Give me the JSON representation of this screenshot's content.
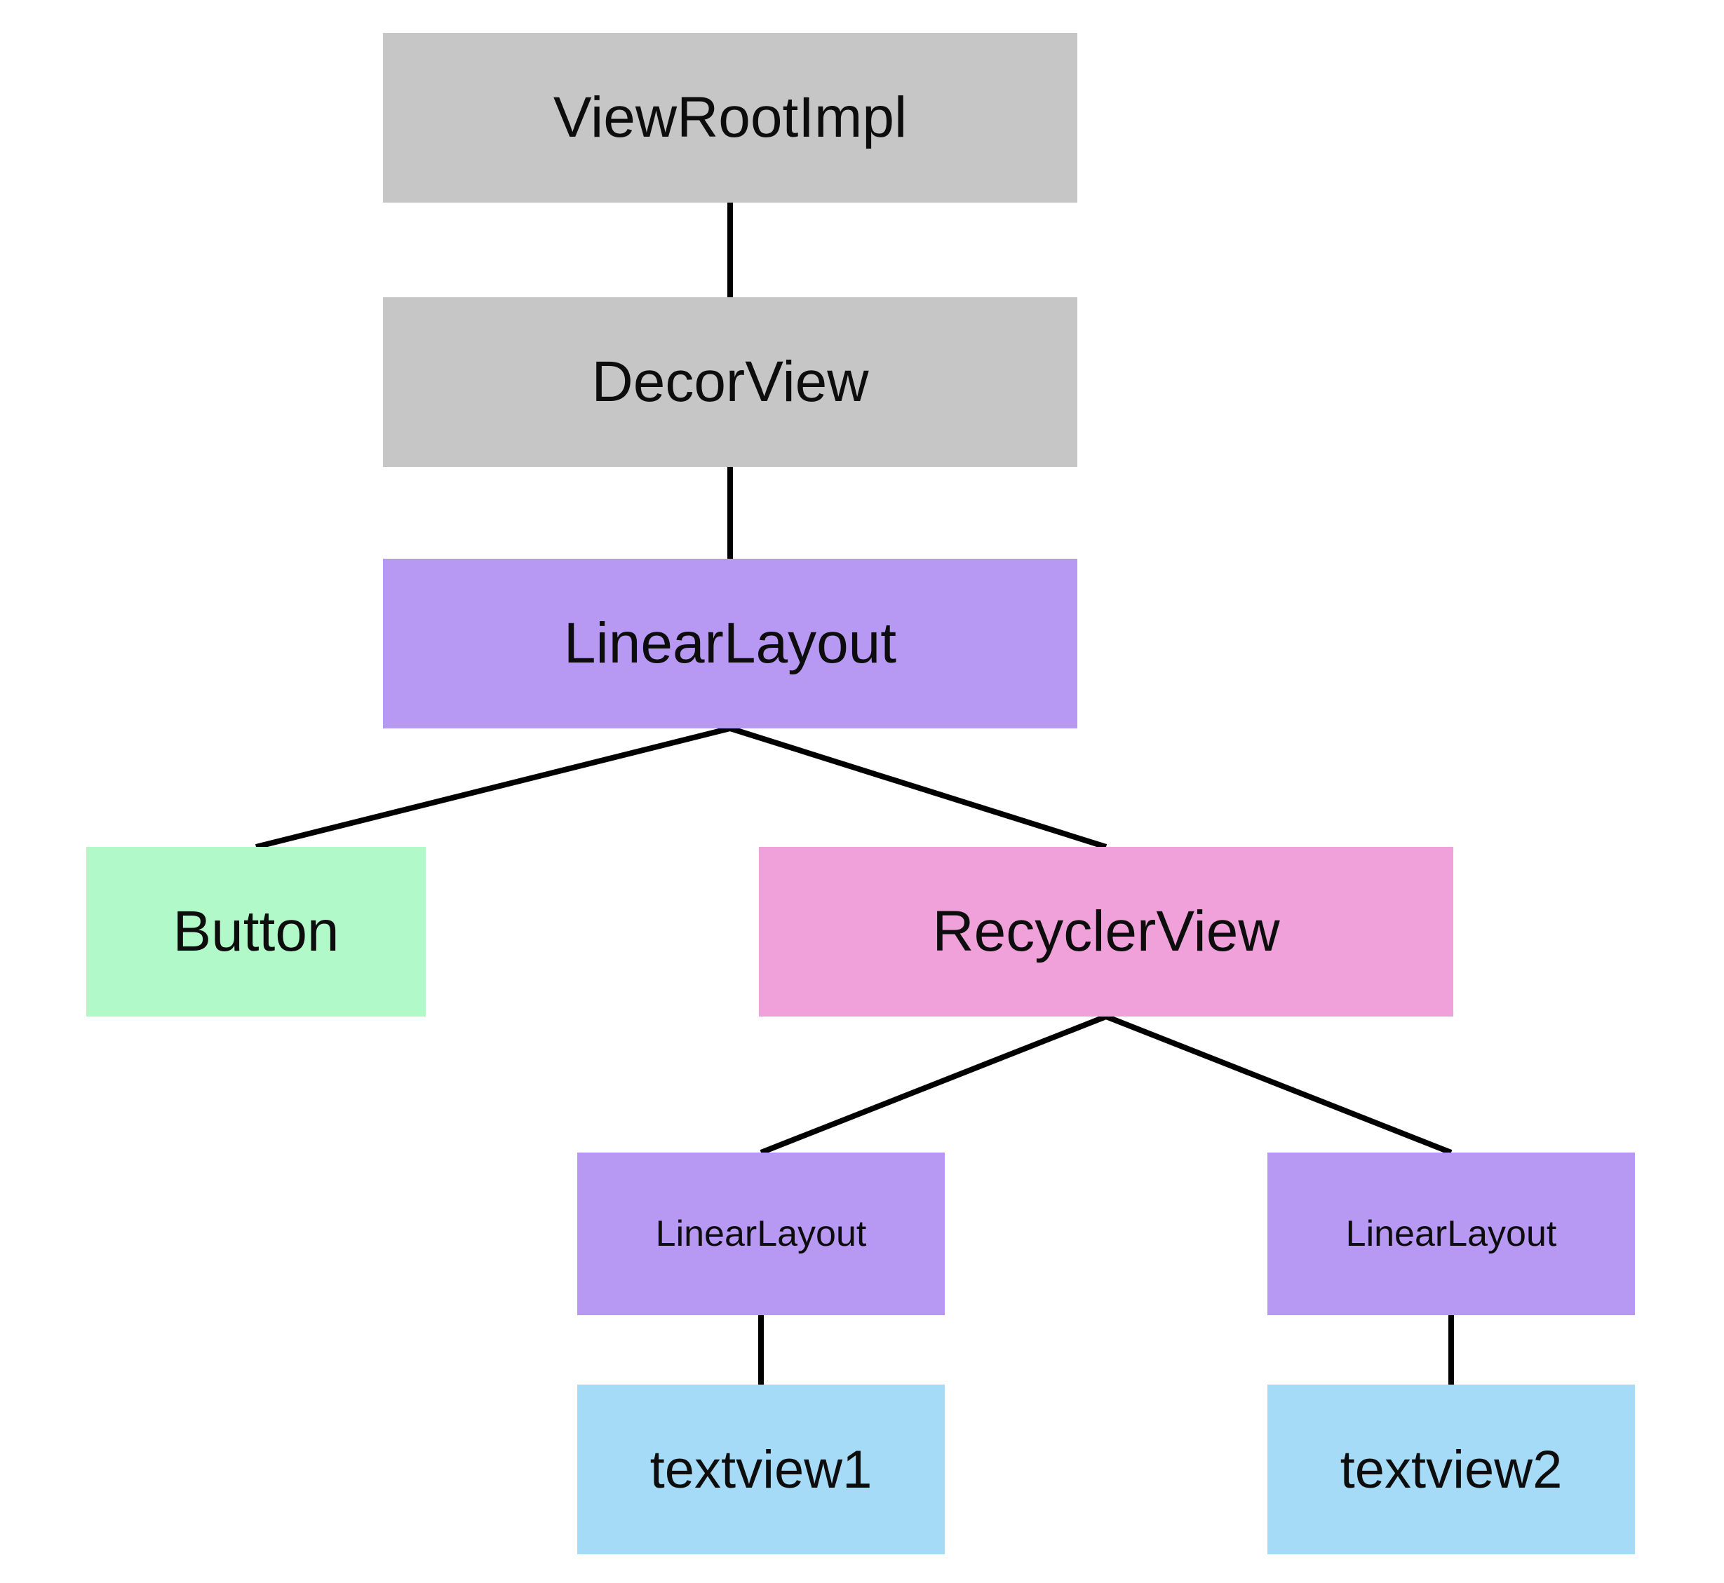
{
  "diagram": {
    "type": "tree",
    "edge_color": "#000000",
    "nodes": [
      {
        "id": "viewrootimpl",
        "label": "ViewRootImpl",
        "color": "#C6C6C6"
      },
      {
        "id": "decorview",
        "label": "DecorView",
        "color": "#C6C6C6"
      },
      {
        "id": "linearlayout_root",
        "label": "LinearLayout",
        "color": "#B799F4"
      },
      {
        "id": "button",
        "label": "Button",
        "color": "#B2F9C9"
      },
      {
        "id": "recyclerview",
        "label": "RecyclerView",
        "color": "#F0A1D9"
      },
      {
        "id": "linearlayout_item1",
        "label": "LinearLayout",
        "color": "#B799F4"
      },
      {
        "id": "linearlayout_item2",
        "label": "LinearLayout",
        "color": "#B799F4"
      },
      {
        "id": "textview1",
        "label": "textview1",
        "color": "#A6DBF7"
      },
      {
        "id": "textview2",
        "label": "textview2",
        "color": "#A6DBF7"
      }
    ],
    "edges": [
      {
        "from": "viewrootimpl",
        "to": "decorview"
      },
      {
        "from": "decorview",
        "to": "linearlayout_root"
      },
      {
        "from": "linearlayout_root",
        "to": "button"
      },
      {
        "from": "linearlayout_root",
        "to": "recyclerview"
      },
      {
        "from": "recyclerview",
        "to": "linearlayout_item1"
      },
      {
        "from": "recyclerview",
        "to": "linearlayout_item2"
      },
      {
        "from": "linearlayout_item1",
        "to": "textview1"
      },
      {
        "from": "linearlayout_item2",
        "to": "textview2"
      }
    ]
  }
}
